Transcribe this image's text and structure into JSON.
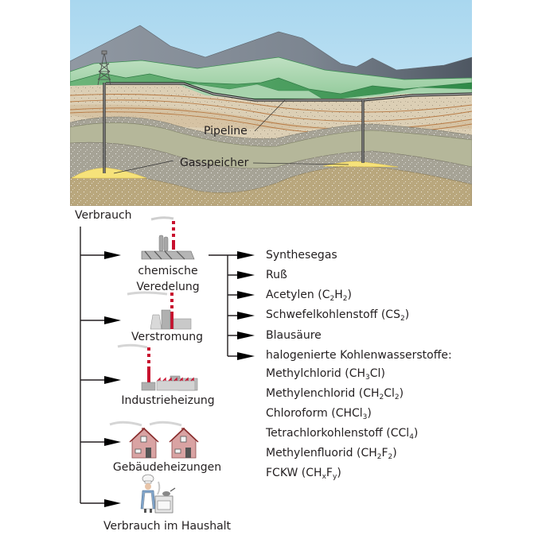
{
  "scene": {
    "labels": {
      "pipeline": "Pipeline",
      "gas_storage": "Gasspeicher"
    },
    "colors": {
      "sky": "#bfe1f2",
      "mountains": "#7d858f",
      "hills_light": "#a9d3ad",
      "hills_dark": "#3f9a55",
      "sand_layer": "#dccfb5",
      "olive_layer": "#b5b79a",
      "gray_layer": "#a6a396",
      "bedrock": "#b9a77d",
      "gas": "#f6e27a",
      "pipe": "#2a2a2a"
    }
  },
  "tree": {
    "root": "Verbrauch",
    "branches": [
      {
        "label_lines": [
          "chemische",
          "Veredelung"
        ],
        "icon": "chemical-plant-icon"
      },
      {
        "label_lines": [
          "Verstromung"
        ],
        "icon": "power-plant-icon"
      },
      {
        "label_lines": [
          "Industrieheizung"
        ],
        "icon": "factory-icon"
      },
      {
        "label_lines": [
          "Gebäudeheizungen"
        ],
        "icon": "houses-icon"
      },
      {
        "label_lines": [
          "Verbrauch im Haushalt"
        ],
        "icon": "cook-stove-icon"
      }
    ],
    "products": [
      {
        "name": "Synthesegas",
        "formula": []
      },
      {
        "name": "Ruß",
        "formula": []
      },
      {
        "name": "Acetylen",
        "formula": [
          [
            "C",
            ""
          ],
          [
            "H",
            "2"
          ]
        ],
        "formula_sub": [
          "C",
          "2",
          "H",
          "2"
        ]
      },
      {
        "name": "Schwefelkohlenstoff",
        "formula_sub": [
          "CS",
          "2"
        ]
      },
      {
        "name": "Blausäure",
        "formula": []
      },
      {
        "name": "halogenierte Kohlenwasserstoffe:",
        "formula": []
      }
    ],
    "halogenated": [
      {
        "name": "Methylchlorid",
        "formula_sub": [
          "CH",
          "3",
          "Cl",
          ""
        ]
      },
      {
        "name": "Methylenchlorid",
        "formula_sub": [
          "CH",
          "2",
          "Cl",
          "2"
        ]
      },
      {
        "name": "Chloroform",
        "formula_sub": [
          "CHCl",
          "3"
        ]
      },
      {
        "name": "Tetrachlorkohlenstoff",
        "formula_sub": [
          "CCl",
          "4"
        ]
      },
      {
        "name": "Methylenfluorid",
        "formula_sub": [
          "CH",
          "2",
          "F",
          "2"
        ]
      },
      {
        "name": "FCKW",
        "formula_sub": [
          "CH",
          "x",
          "F",
          "y"
        ]
      }
    ]
  }
}
